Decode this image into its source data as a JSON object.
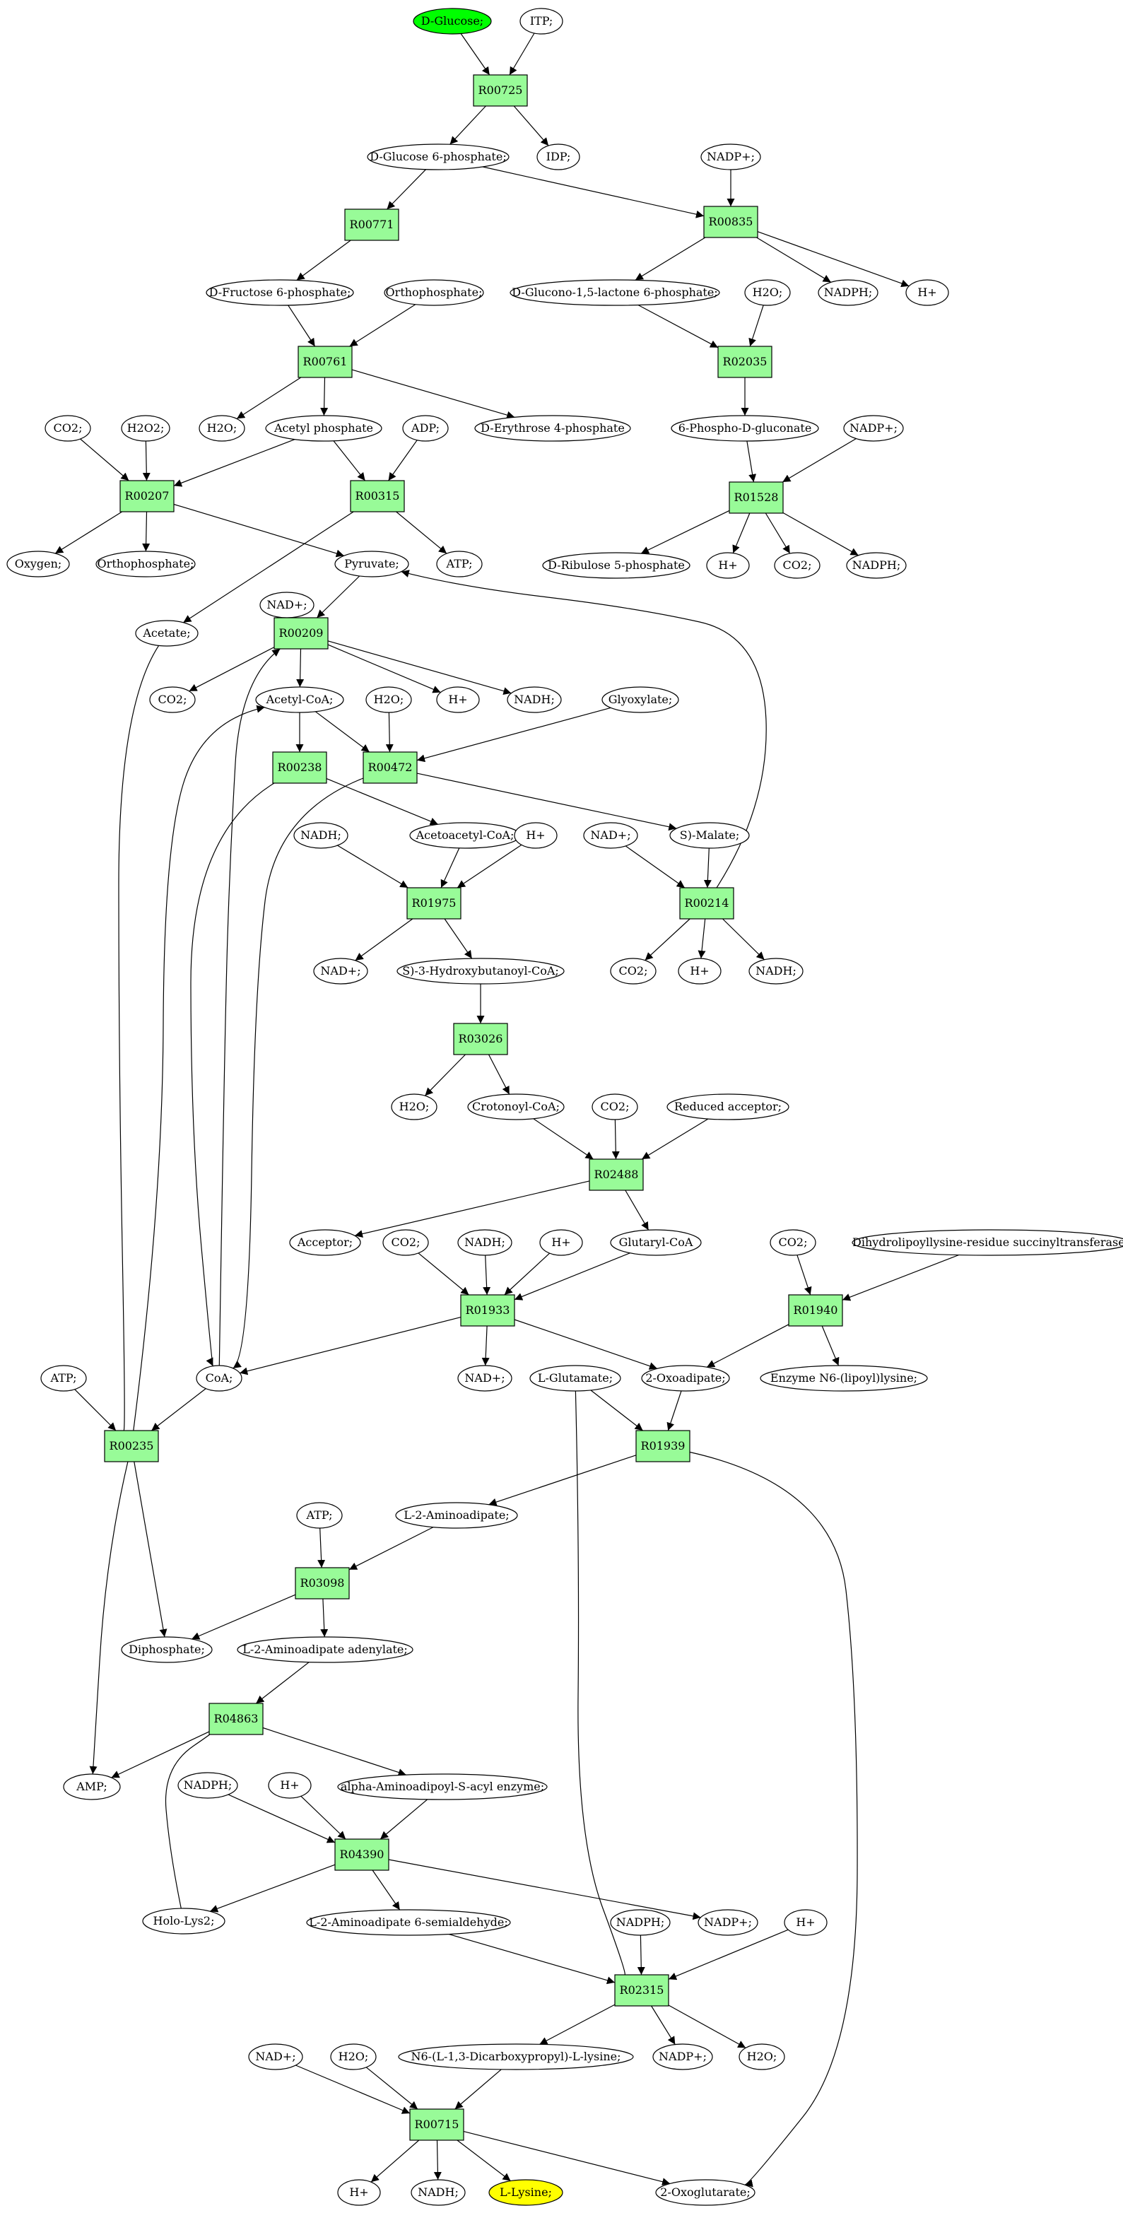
{
  "colors": {
    "reaction_fill": "#98fb98",
    "start_fill": "#00ff00",
    "end_fill": "#ffff00",
    "metabolite_fill": "#ffffff"
  },
  "nodes": [
    {
      "id": "m_dglucose",
      "kind": "metabolite",
      "label": "D-Glucose;",
      "role": "start"
    },
    {
      "id": "m_itp",
      "kind": "metabolite",
      "label": "ITP;"
    },
    {
      "id": "r_R00725",
      "kind": "reaction",
      "label": "R00725"
    },
    {
      "id": "m_g6p",
      "kind": "metabolite",
      "label": "D-Glucose 6-phosphate;"
    },
    {
      "id": "m_idp",
      "kind": "metabolite",
      "label": "IDP;"
    },
    {
      "id": "m_nadpp_1",
      "kind": "metabolite",
      "label": "NADP+;"
    },
    {
      "id": "r_R00771",
      "kind": "reaction",
      "label": "R00771"
    },
    {
      "id": "r_R00835",
      "kind": "reaction",
      "label": "R00835"
    },
    {
      "id": "m_f6p",
      "kind": "metabolite",
      "label": "D-Fructose 6-phosphate;"
    },
    {
      "id": "m_orthophos_1",
      "kind": "metabolite",
      "label": "Orthophosphate;"
    },
    {
      "id": "m_glucono",
      "kind": "metabolite",
      "label": "D-Glucono-1,5-lactone 6-phosphate;"
    },
    {
      "id": "m_h2o_1",
      "kind": "metabolite",
      "label": "H2O;"
    },
    {
      "id": "m_nadph_1",
      "kind": "metabolite",
      "label": "NADPH;"
    },
    {
      "id": "m_hp_1",
      "kind": "metabolite",
      "label": "H+"
    },
    {
      "id": "r_R00761",
      "kind": "reaction",
      "label": "R00761"
    },
    {
      "id": "r_R02035",
      "kind": "reaction",
      "label": "R02035"
    },
    {
      "id": "m_co2_1",
      "kind": "metabolite",
      "label": "CO2;"
    },
    {
      "id": "m_h2o2",
      "kind": "metabolite",
      "label": "H2O2;"
    },
    {
      "id": "m_h2o_2",
      "kind": "metabolite",
      "label": "H2O;"
    },
    {
      "id": "m_acetylp",
      "kind": "metabolite",
      "label": "Acetyl phosphate"
    },
    {
      "id": "m_adp",
      "kind": "metabolite",
      "label": "ADP;"
    },
    {
      "id": "m_erythrose",
      "kind": "metabolite",
      "label": "D-Erythrose 4-phosphate"
    },
    {
      "id": "m_6pg",
      "kind": "metabolite",
      "label": "6-Phospho-D-gluconate"
    },
    {
      "id": "m_nadpp_2",
      "kind": "metabolite",
      "label": "NADP+;"
    },
    {
      "id": "r_R00207",
      "kind": "reaction",
      "label": "R00207"
    },
    {
      "id": "r_R00315",
      "kind": "reaction",
      "label": "R00315"
    },
    {
      "id": "r_R01528",
      "kind": "reaction",
      "label": "R01528"
    },
    {
      "id": "m_oxygen",
      "kind": "metabolite",
      "label": "Oxygen;"
    },
    {
      "id": "m_orthophos_2",
      "kind": "metabolite",
      "label": "Orthophosphate;"
    },
    {
      "id": "m_pyruvate",
      "kind": "metabolite",
      "label": "Pyruvate;"
    },
    {
      "id": "m_atp_1",
      "kind": "metabolite",
      "label": "ATP;"
    },
    {
      "id": "m_ribulose",
      "kind": "metabolite",
      "label": "D-Ribulose 5-phosphate"
    },
    {
      "id": "m_hp_2",
      "kind": "metabolite",
      "label": "H+"
    },
    {
      "id": "m_co2_2",
      "kind": "metabolite",
      "label": "CO2;"
    },
    {
      "id": "m_nadph_2",
      "kind": "metabolite",
      "label": "NADPH;"
    },
    {
      "id": "m_nadp_1",
      "kind": "metabolite",
      "label": "NAD+;"
    },
    {
      "id": "m_acetate",
      "kind": "metabolite",
      "label": "Acetate;"
    },
    {
      "id": "r_R00209",
      "kind": "reaction",
      "label": "R00209"
    },
    {
      "id": "m_co2_3",
      "kind": "metabolite",
      "label": "CO2;"
    },
    {
      "id": "m_acetylcoa",
      "kind": "metabolite",
      "label": "Acetyl-CoA;"
    },
    {
      "id": "m_hp_3",
      "kind": "metabolite",
      "label": "H+"
    },
    {
      "id": "m_nadh_1",
      "kind": "metabolite",
      "label": "NADH;"
    },
    {
      "id": "m_h2o_3",
      "kind": "metabolite",
      "label": "H2O;"
    },
    {
      "id": "m_glyoxylate",
      "kind": "metabolite",
      "label": "Glyoxylate;"
    },
    {
      "id": "r_R00238",
      "kind": "reaction",
      "label": "R00238"
    },
    {
      "id": "r_R00472",
      "kind": "reaction",
      "label": "R00472"
    },
    {
      "id": "m_nadh_2",
      "kind": "metabolite",
      "label": "NADH;"
    },
    {
      "id": "m_acetoacetylcoa",
      "kind": "metabolite",
      "label": "Acetoacetyl-CoA;"
    },
    {
      "id": "m_hp_4",
      "kind": "metabolite",
      "label": "H+"
    },
    {
      "id": "m_nadp_2",
      "kind": "metabolite",
      "label": "NAD+;"
    },
    {
      "id": "m_smalate",
      "kind": "metabolite",
      "label": "S)-Malate;"
    },
    {
      "id": "r_R01975",
      "kind": "reaction",
      "label": "R01975"
    },
    {
      "id": "r_R00214",
      "kind": "reaction",
      "label": "R00214"
    },
    {
      "id": "m_nadp_3",
      "kind": "metabolite",
      "label": "NAD+;"
    },
    {
      "id": "m_hydroxybutanoyl",
      "kind": "metabolite",
      "label": "S)-3-Hydroxybutanoyl-CoA;"
    },
    {
      "id": "m_co2_4",
      "kind": "metabolite",
      "label": "CO2;"
    },
    {
      "id": "m_hp_5",
      "kind": "metabolite",
      "label": "H+"
    },
    {
      "id": "m_nadh_3",
      "kind": "metabolite",
      "label": "NADH;"
    },
    {
      "id": "r_R03026",
      "kind": "reaction",
      "label": "R03026"
    },
    {
      "id": "m_h2o_4",
      "kind": "metabolite",
      "label": "H2O;"
    },
    {
      "id": "m_crotonoyl",
      "kind": "metabolite",
      "label": "Crotonoyl-CoA;"
    },
    {
      "id": "m_co2_5",
      "kind": "metabolite",
      "label": "CO2;"
    },
    {
      "id": "m_redacceptor",
      "kind": "metabolite",
      "label": "Reduced acceptor;"
    },
    {
      "id": "r_R02488",
      "kind": "reaction",
      "label": "R02488"
    },
    {
      "id": "m_acceptor",
      "kind": "metabolite",
      "label": "Acceptor;"
    },
    {
      "id": "m_co2_6",
      "kind": "metabolite",
      "label": "CO2;"
    },
    {
      "id": "m_nadh_4",
      "kind": "metabolite",
      "label": "NADH;"
    },
    {
      "id": "m_hp_6",
      "kind": "metabolite",
      "label": "H+"
    },
    {
      "id": "m_glutarylcoa",
      "kind": "metabolite",
      "label": "Glutaryl-CoA"
    },
    {
      "id": "m_co2_7",
      "kind": "metabolite",
      "label": "CO2;"
    },
    {
      "id": "m_dihydrolipoyl",
      "kind": "metabolite",
      "label": "Dihydrolipoyllysine-residue succinyltransferase]"
    },
    {
      "id": "r_R01933",
      "kind": "reaction",
      "label": "R01933"
    },
    {
      "id": "r_R01940",
      "kind": "reaction",
      "label": "R01940"
    },
    {
      "id": "m_atp_2",
      "kind": "metabolite",
      "label": "ATP;"
    },
    {
      "id": "m_coa",
      "kind": "metabolite",
      "label": "CoA;"
    },
    {
      "id": "m_nadp_4",
      "kind": "metabolite",
      "label": "NAD+;"
    },
    {
      "id": "m_lglutamate",
      "kind": "metabolite",
      "label": "L-Glutamate;"
    },
    {
      "id": "m_2oxoadipate",
      "kind": "metabolite",
      "label": "2-Oxoadipate;"
    },
    {
      "id": "m_enzymen6",
      "kind": "metabolite",
      "label": "Enzyme N6-(lipoyl)lysine;"
    },
    {
      "id": "r_R00235",
      "kind": "reaction",
      "label": "R00235"
    },
    {
      "id": "r_R01939",
      "kind": "reaction",
      "label": "R01939"
    },
    {
      "id": "m_atp_3",
      "kind": "metabolite",
      "label": "ATP;"
    },
    {
      "id": "m_l2aminoadipate",
      "kind": "metabolite",
      "label": "L-2-Aminoadipate;"
    },
    {
      "id": "r_R03098",
      "kind": "reaction",
      "label": "R03098"
    },
    {
      "id": "m_diphosphate",
      "kind": "metabolite",
      "label": "Diphosphate;"
    },
    {
      "id": "m_l2aminoadenylate",
      "kind": "metabolite",
      "label": "L-2-Aminoadipate adenylate;"
    },
    {
      "id": "r_R04863",
      "kind": "reaction",
      "label": "R04863"
    },
    {
      "id": "m_amp",
      "kind": "metabolite",
      "label": "AMP;"
    },
    {
      "id": "m_nadph_3",
      "kind": "metabolite",
      "label": "NADPH;"
    },
    {
      "id": "m_hp_7",
      "kind": "metabolite",
      "label": "H+"
    },
    {
      "id": "m_alphaamino",
      "kind": "metabolite",
      "label": "alpha-Aminoadipoyl-S-acyl enzyme;"
    },
    {
      "id": "r_R04390",
      "kind": "reaction",
      "label": "R04390"
    },
    {
      "id": "m_hololys2",
      "kind": "metabolite",
      "label": "Holo-Lys2;"
    },
    {
      "id": "m_l2semialdehyde",
      "kind": "metabolite",
      "label": "L-2-Aminoadipate 6-semialdehyde;"
    },
    {
      "id": "m_nadph_4",
      "kind": "metabolite",
      "label": "NADPH;"
    },
    {
      "id": "m_nadpp_3",
      "kind": "metabolite",
      "label": "NADP+;"
    },
    {
      "id": "m_hp_8",
      "kind": "metabolite",
      "label": "H+"
    },
    {
      "id": "r_R02315",
      "kind": "reaction",
      "label": "R02315"
    },
    {
      "id": "m_nadp_5",
      "kind": "metabolite",
      "label": "NAD+;"
    },
    {
      "id": "m_h2o_5",
      "kind": "metabolite",
      "label": "H2O;"
    },
    {
      "id": "m_n6lysine",
      "kind": "metabolite",
      "label": "N6-(L-1,3-Dicarboxypropyl)-L-lysine;"
    },
    {
      "id": "m_nadpp_4",
      "kind": "metabolite",
      "label": "NADP+;"
    },
    {
      "id": "m_h2o_6",
      "kind": "metabolite",
      "label": "H2O;"
    },
    {
      "id": "r_R00715",
      "kind": "reaction",
      "label": "R00715"
    },
    {
      "id": "m_hp_9",
      "kind": "metabolite",
      "label": "H+"
    },
    {
      "id": "m_nadh_5",
      "kind": "metabolite",
      "label": "NADH;"
    },
    {
      "id": "m_llysine",
      "kind": "metabolite",
      "label": "L-Lysine;",
      "role": "end"
    },
    {
      "id": "m_2oxoglutarate",
      "kind": "metabolite",
      "label": "2-Oxoglutarate;"
    }
  ],
  "edges": [
    [
      "m_dglucose",
      "r_R00725"
    ],
    [
      "m_itp",
      "r_R00725"
    ],
    [
      "r_R00725",
      "m_g6p"
    ],
    [
      "r_R00725",
      "m_idp"
    ],
    [
      "m_g6p",
      "r_R00771"
    ],
    [
      "m_g6p",
      "r_R00835"
    ],
    [
      "m_nadpp_1",
      "r_R00835"
    ],
    [
      "r_R00771",
      "m_f6p"
    ],
    [
      "r_R00835",
      "m_glucono"
    ],
    [
      "r_R00835",
      "m_nadph_1"
    ],
    [
      "r_R00835",
      "m_hp_1"
    ],
    [
      "m_f6p",
      "r_R00761"
    ],
    [
      "m_orthophos_1",
      "r_R00761"
    ],
    [
      "m_glucono",
      "r_R02035"
    ],
    [
      "m_h2o_1",
      "r_R02035"
    ],
    [
      "r_R00761",
      "m_h2o_2"
    ],
    [
      "r_R00761",
      "m_acetylp"
    ],
    [
      "r_R00761",
      "m_erythrose"
    ],
    [
      "r_R02035",
      "m_6pg"
    ],
    [
      "m_co2_1",
      "r_R00207"
    ],
    [
      "m_h2o2",
      "r_R00207"
    ],
    [
      "m_acetylp",
      "r_R00207"
    ],
    [
      "m_acetylp",
      "r_R00315"
    ],
    [
      "m_adp",
      "r_R00315"
    ],
    [
      "m_6pg",
      "r_R01528"
    ],
    [
      "m_nadpp_2",
      "r_R01528"
    ],
    [
      "r_R00207",
      "m_oxygen"
    ],
    [
      "r_R00207",
      "m_orthophos_2"
    ],
    [
      "r_R00207",
      "m_pyruvate"
    ],
    [
      "r_R00315",
      "m_acetate"
    ],
    [
      "r_R00315",
      "m_atp_1"
    ],
    [
      "r_R01528",
      "m_ribulose"
    ],
    [
      "r_R01528",
      "m_hp_2"
    ],
    [
      "r_R01528",
      "m_co2_2"
    ],
    [
      "r_R01528",
      "m_nadph_2"
    ],
    [
      "m_nadp_1",
      "r_R00209"
    ],
    [
      "m_pyruvate",
      "r_R00209"
    ],
    [
      "r_R00209",
      "m_co2_3"
    ],
    [
      "r_R00209",
      "m_acetylcoa"
    ],
    [
      "r_R00209",
      "m_hp_3"
    ],
    [
      "r_R00209",
      "m_nadh_1"
    ],
    [
      "m_acetylcoa",
      "r_R00238"
    ],
    [
      "m_acetylcoa",
      "r_R00472"
    ],
    [
      "m_h2o_3",
      "r_R00472"
    ],
    [
      "m_glyoxylate",
      "r_R00472"
    ],
    [
      "r_R00238",
      "m_acetoacetylcoa"
    ],
    [
      "r_R00472",
      "m_smalate"
    ],
    [
      "m_nadh_2",
      "r_R01975"
    ],
    [
      "m_acetoacetylcoa",
      "r_R01975"
    ],
    [
      "m_hp_4",
      "r_R01975"
    ],
    [
      "m_nadp_2",
      "r_R00214"
    ],
    [
      "m_smalate",
      "r_R00214"
    ],
    [
      "r_R01975",
      "m_nadp_3"
    ],
    [
      "r_R01975",
      "m_hydroxybutanoyl"
    ],
    [
      "r_R00214",
      "m_co2_4"
    ],
    [
      "r_R00214",
      "m_hp_5"
    ],
    [
      "r_R00214",
      "m_nadh_3"
    ],
    [
      "r_R00214",
      "m_pyruvate"
    ],
    [
      "m_hydroxybutanoyl",
      "r_R03026"
    ],
    [
      "r_R03026",
      "m_h2o_4"
    ],
    [
      "r_R03026",
      "m_crotonoyl"
    ],
    [
      "m_crotonoyl",
      "r_R02488"
    ],
    [
      "m_co2_5",
      "r_R02488"
    ],
    [
      "m_redacceptor",
      "r_R02488"
    ],
    [
      "r_R02488",
      "m_acceptor"
    ],
    [
      "r_R02488",
      "m_glutarylcoa"
    ],
    [
      "m_co2_6",
      "r_R01933"
    ],
    [
      "m_nadh_4",
      "r_R01933"
    ],
    [
      "m_hp_6",
      "r_R01933"
    ],
    [
      "m_glutarylcoa",
      "r_R01933"
    ],
    [
      "m_co2_7",
      "r_R01940"
    ],
    [
      "m_dihydrolipoyl",
      "r_R01940"
    ],
    [
      "r_R01933",
      "m_coa"
    ],
    [
      "r_R01933",
      "m_nadp_4"
    ],
    [
      "r_R01933",
      "m_2oxoadipate"
    ],
    [
      "r_R01940",
      "m_2oxoadipate"
    ],
    [
      "r_R01940",
      "m_enzymen6"
    ],
    [
      "m_atp_2",
      "r_R00235"
    ],
    [
      "m_coa",
      "r_R00235"
    ],
    [
      "m_acetate",
      "r_R00235"
    ],
    [
      "r_R00238",
      "m_coa"
    ],
    [
      "r_R00472",
      "m_coa"
    ],
    [
      "m_coa",
      "r_R00209"
    ],
    [
      "r_R00235",
      "m_acetylcoa"
    ],
    [
      "m_lglutamate",
      "r_R01939"
    ],
    [
      "m_2oxoadipate",
      "r_R01939"
    ],
    [
      "r_R01939",
      "m_l2aminoadipate"
    ],
    [
      "r_R01939",
      "m_2oxoglutarate"
    ],
    [
      "m_atp_3",
      "r_R03098"
    ],
    [
      "m_l2aminoadipate",
      "r_R03098"
    ],
    [
      "r_R03098",
      "m_diphosphate"
    ],
    [
      "r_R03098",
      "m_l2aminoadenylate"
    ],
    [
      "r_R00235",
      "m_diphosphate"
    ],
    [
      "r_R00235",
      "m_amp"
    ],
    [
      "m_l2aminoadenylate",
      "r_R04863"
    ],
    [
      "r_R04863",
      "m_amp"
    ],
    [
      "r_R04863",
      "m_alphaamino"
    ],
    [
      "m_nadph_3",
      "r_R04390"
    ],
    [
      "m_hp_7",
      "r_R04390"
    ],
    [
      "m_alphaamino",
      "r_R04390"
    ],
    [
      "r_R04390",
      "m_hololys2"
    ],
    [
      "r_R04390",
      "m_l2semialdehyde"
    ],
    [
      "r_R04390",
      "m_nadpp_3"
    ],
    [
      "m_hololys2",
      "r_R04863"
    ],
    [
      "m_l2semialdehyde",
      "r_R02315"
    ],
    [
      "m_nadph_4",
      "r_R02315"
    ],
    [
      "m_hp_8",
      "r_R02315"
    ],
    [
      "m_lglutamate",
      "r_R02315"
    ],
    [
      "r_R02315",
      "m_n6lysine"
    ],
    [
      "r_R02315",
      "m_nadpp_4"
    ],
    [
      "r_R02315",
      "m_h2o_6"
    ],
    [
      "m_nadp_5",
      "r_R00715"
    ],
    [
      "m_h2o_5",
      "r_R00715"
    ],
    [
      "m_n6lysine",
      "r_R00715"
    ],
    [
      "r_R00715",
      "m_hp_9"
    ],
    [
      "r_R00715",
      "m_nadh_5"
    ],
    [
      "r_R00715",
      "m_llysine"
    ],
    [
      "r_R00715",
      "m_2oxoglutarate"
    ]
  ]
}
